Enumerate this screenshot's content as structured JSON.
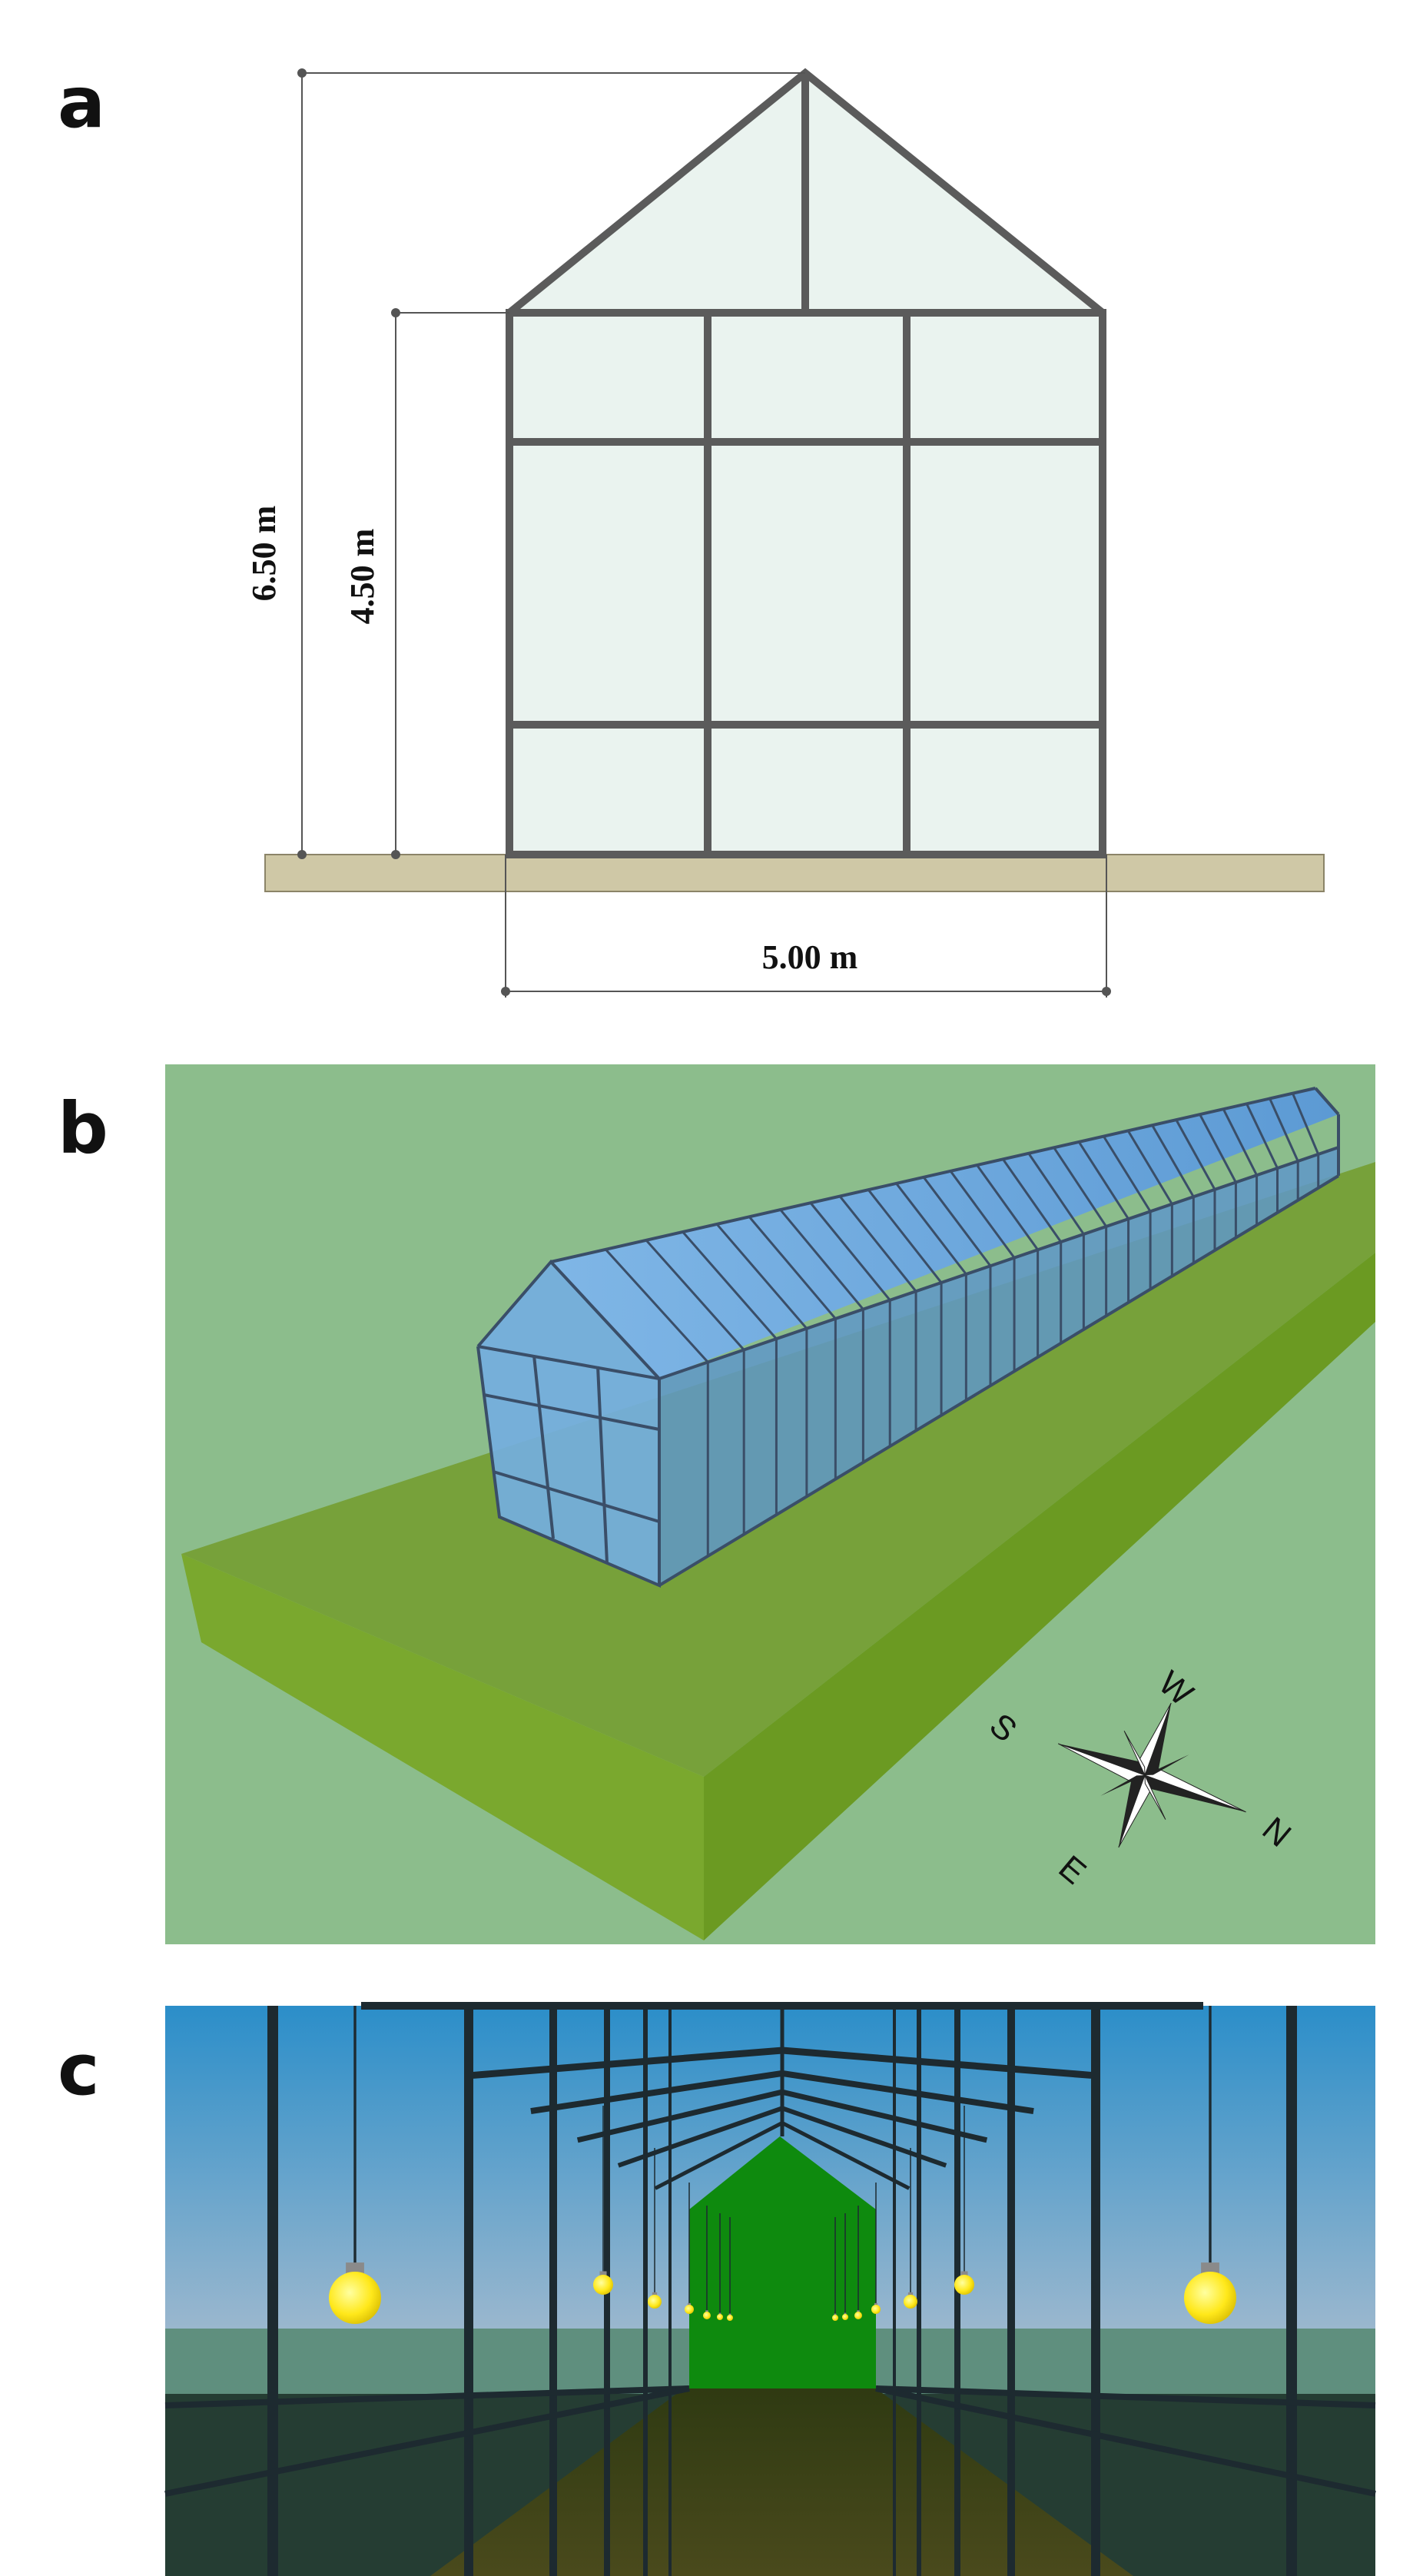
{
  "figure": {
    "panels": [
      {
        "id": "a",
        "label": "a"
      },
      {
        "id": "b",
        "label": "b"
      },
      {
        "id": "c",
        "label": "c"
      }
    ]
  },
  "panel_a": {
    "dimensions": {
      "total_height": "6.50 m",
      "wall_height": "4.50 m",
      "width": "5.00 m"
    },
    "colors": {
      "frame": "#5b5b5b",
      "glass": "#eaf3ef",
      "ground": "#cfc8a6"
    }
  },
  "panel_b": {
    "compass": {
      "north": "N",
      "south": "S",
      "east": "E",
      "west": "W"
    },
    "colors": {
      "background": "#8cbd8c",
      "ground_top": "#77a13a",
      "ground_side": "#7fae2e",
      "glass": "#6aa5d8",
      "frame": "#3a4e68"
    }
  },
  "panel_c": {
    "colors": {
      "sky_top": "#2b8ec9",
      "sky_bottom": "#9ab7ce",
      "horizon": "#5f8f7e",
      "floor": "#3a3f19",
      "end_wall": "#0e8a0e",
      "bulb": "#ffe81a"
    }
  }
}
